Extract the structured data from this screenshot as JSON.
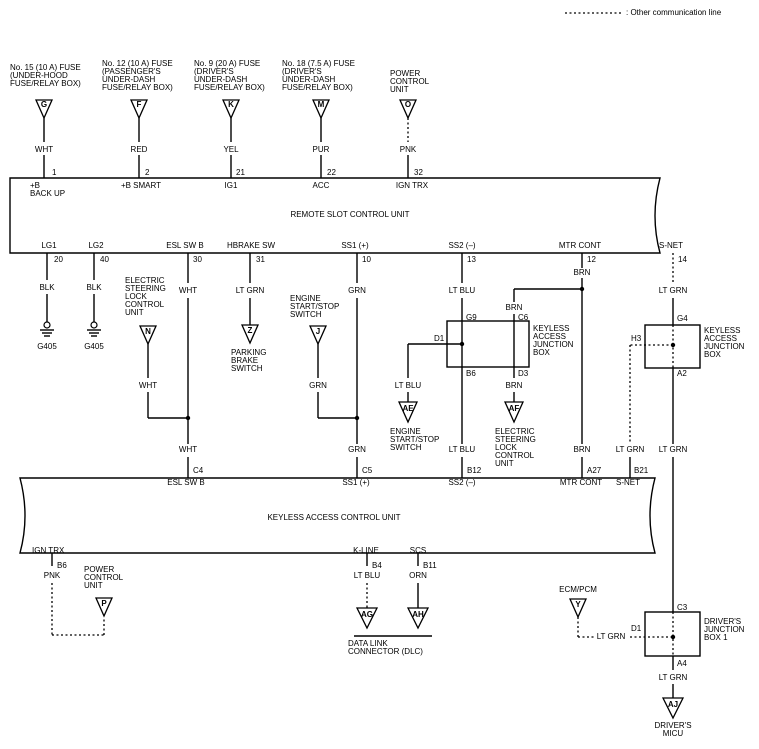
{
  "legend": {
    "line_sample": "- - - - - - - -",
    "text": ": Other communication line"
  },
  "remote_unit": {
    "title": "REMOTE SLOT CONTROL UNIT",
    "top_terminals": [
      {
        "pin": "1",
        "name": "+B\nBACK UP",
        "color": "WHT",
        "connector": "G",
        "source": "No. 15 (10 A) FUSE\n(UNDER-HOOD\nFUSE/RELAY BOX)"
      },
      {
        "pin": "2",
        "name": "+B SMART",
        "color": "RED",
        "connector": "F",
        "source": "No. 12 (10 A) FUSE\n(PASSENGER'S\nUNDER-DASH\nFUSE/RELAY BOX)"
      },
      {
        "pin": "21",
        "name": "IG1",
        "color": "YEL",
        "connector": "K",
        "source": "No. 9 (20 A) FUSE\n(DRIVER'S\nUNDER-DASH\nFUSE/RELAY BOX)"
      },
      {
        "pin": "22",
        "name": "ACC",
        "color": "PUR",
        "connector": "M",
        "source": "No. 18 (7.5 A) FUSE\n(DRIVER'S\nUNDER-DASH\nFUSE/RELAY BOX)"
      },
      {
        "pin": "32",
        "name": "IGN TRX",
        "color": "PNK",
        "connector": "O",
        "source": "POWER\nCONTROL\nUNIT"
      }
    ],
    "bottom_terminals": [
      {
        "name": "LG1",
        "pin": "20"
      },
      {
        "name": "LG2",
        "pin": "40"
      },
      {
        "name": "ESL SW B",
        "pin": "30"
      },
      {
        "name": "HBRAKE SW",
        "pin": "31"
      },
      {
        "name": "SS1 (+)",
        "pin": "10"
      },
      {
        "name": "SS2 (–)",
        "pin": "13"
      },
      {
        "name": "MTR CONT",
        "pin": "12"
      },
      {
        "name": "S-NET",
        "pin": "14"
      }
    ]
  },
  "grounds": [
    {
      "color": "BLK",
      "label": "G405"
    },
    {
      "color": "BLK",
      "label": "G405"
    }
  ],
  "esl_lock_unit": {
    "name": "ELECTRIC\nSTEERING\nLOCK\nCONTROL\nUNIT",
    "connector": "N",
    "color": "WHT"
  },
  "parking_brake": {
    "name": "PARKING\nBRAKE\nSWITCH",
    "connector": "Z",
    "color": "LT GRN"
  },
  "start_stop": {
    "name": "ENGINE\nSTART/STOP\nSWITCH",
    "connector": "J",
    "color": "GRN"
  },
  "wire_colors": {
    "esl_sw_b": "WHT",
    "esl_sw_b_lower": "WHT",
    "ss1_upper": "GRN",
    "ss1_lower": "GRN",
    "ss2_upper": "LT BLU",
    "ss2_lower": "LT BLU",
    "mtr_upper": "BRN",
    "mtr_jct": "BRN",
    "mtr_d3": "BRN",
    "mtr_lower": "BRN",
    "snet_upper": "LT GRN",
    "snet_lower": "LT GRN",
    "snet_h3": "LT GRN",
    "d1_branch": "LT BLU"
  },
  "kajb_top": {
    "name": "KEYLESS\nACCESS\nJUNCTION\nBOX",
    "pins": [
      "D1",
      "G9",
      "C6",
      "B6",
      "D3"
    ],
    "connectors": [
      {
        "letter": "AE",
        "name": "ENGINE\nSTART/STOP\nSWITCH"
      },
      {
        "letter": "AF",
        "name": "ELECTRIC\nSTEERING\nLOCK\nCONTROL\nUNIT"
      }
    ]
  },
  "kajb_right": {
    "name": "KEYLESS\nACCESS\nJUNCTION\nBOX",
    "pins": [
      "G4",
      "H3",
      "A2"
    ]
  },
  "keyless_unit": {
    "title": "KEYLESS ACCESS CONTROL UNIT",
    "top_terminals": [
      {
        "pin": "C4",
        "name": "ESL SW B"
      },
      {
        "pin": "C5",
        "name": "SS1 (+)"
      },
      {
        "pin": "B12",
        "name": "SS2 (–)"
      },
      {
        "pin": "A27",
        "name": "MTR CONT"
      },
      {
        "pin": "B21",
        "name": "S-NET"
      }
    ],
    "bottom_terminals": [
      {
        "name": "IGN TRX",
        "pin": "B6",
        "color": "PNK"
      },
      {
        "name": "K-LINE",
        "pin": "B4",
        "color": "LT BLU"
      },
      {
        "name": "SCS",
        "pin": "B11",
        "color": "ORN"
      }
    ]
  },
  "pcu_bottom": {
    "name": "POWER\nCONTROL\nUNIT",
    "connector": "P"
  },
  "dlc": {
    "name": "DATA LINK\nCONNECTOR (DLC)",
    "connectors": [
      "AG",
      "AH"
    ]
  },
  "ecm": {
    "name": "ECM/PCM",
    "connector": "Y",
    "color": "LT GRN"
  },
  "djb": {
    "name": "DRIVER'S\nJUNCTION\nBOX 1",
    "pins": [
      "C3",
      "D1",
      "A4"
    ],
    "color": "LT GRN"
  },
  "micu": {
    "name": "DRIVER'S\nMICU",
    "connector": "AJ"
  }
}
